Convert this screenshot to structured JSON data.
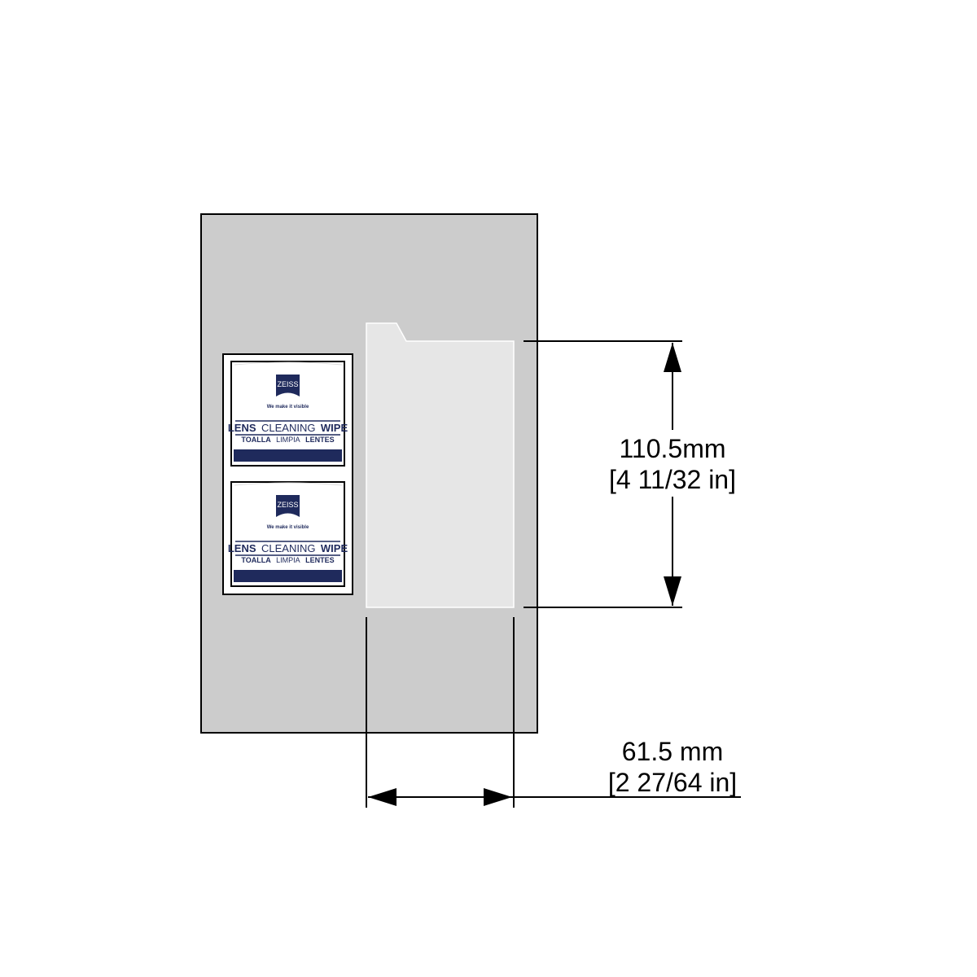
{
  "colors": {
    "board_fill": "#cccccc",
    "slot_fill": "#e6e6e6",
    "wipe_navy": "#1f2a5c",
    "outline": "#000000"
  },
  "wipes": [
    {
      "brand": "ZEISS",
      "tagline": "We make it visible",
      "title_bold_1": "LENS",
      "title_light": "CLEANING",
      "title_bold_2": "WIPE",
      "subtitle_1": "TOALLA",
      "subtitle_2": "LIMPIA",
      "subtitle_3": "LENTES"
    },
    {
      "brand": "ZEISS",
      "tagline": "We make it visible",
      "title_bold_1": "LENS",
      "title_light": "CLEANING",
      "title_bold_2": "WIPE",
      "subtitle_1": "TOALLA",
      "subtitle_2": "LIMPIA",
      "subtitle_3": "LENTES"
    }
  ],
  "dimensions": {
    "height": {
      "metric": "110.5mm",
      "imperial": "[4 11/32 in]"
    },
    "width": {
      "metric": "61.5 mm",
      "imperial": "[2 27/64 in]"
    }
  }
}
